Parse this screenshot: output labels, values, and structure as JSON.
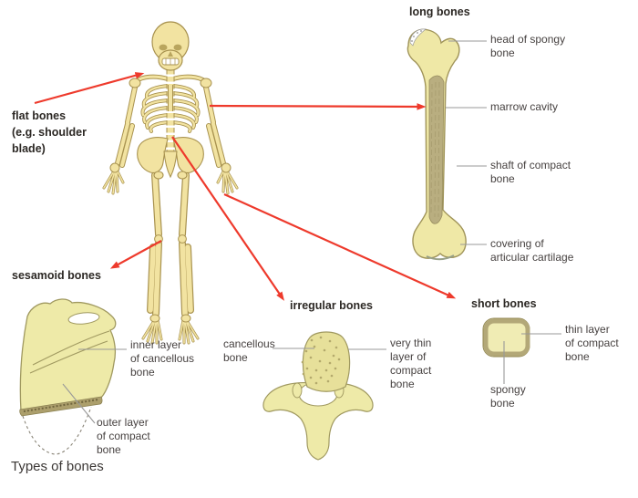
{
  "caption": "Types of bones",
  "colors": {
    "arrow_red": "#ee3a2c",
    "label_line_gray": "#999999",
    "bone_pale_yellow": "#eeeaa8",
    "skeleton_bone": "#f2e3a1",
    "bone_outline": "#a8924f",
    "compact_shaft_tan": "#b9ae80",
    "text_gray": "#474241",
    "title_dark": "#2c2824"
  },
  "groups": {
    "flat": {
      "title": "flat bones\n(e.g. shoulder\nblade)"
    },
    "long": {
      "title": "long bones",
      "labels": {
        "head": "head of spongy\nbone",
        "marrow": "marrow cavity",
        "shaft": "shaft of compact\nbone",
        "covering": "covering of\narticular cartilage"
      }
    },
    "sesamoid": {
      "title": "sesamoid bones",
      "labels": {
        "inner": "inner layer\nof cancellous\nbone",
        "outer": "outer layer\nof compact\nbone"
      }
    },
    "irregular": {
      "title": "irregular bones",
      "labels": {
        "cancellous": "cancellous\nbone",
        "very_thin": "very thin\nlayer of\ncompact\nbone"
      }
    },
    "short": {
      "title": "short bones",
      "labels": {
        "thin": "thin layer\nof compact\nbone",
        "spongy": "spongy\nbone"
      }
    }
  }
}
